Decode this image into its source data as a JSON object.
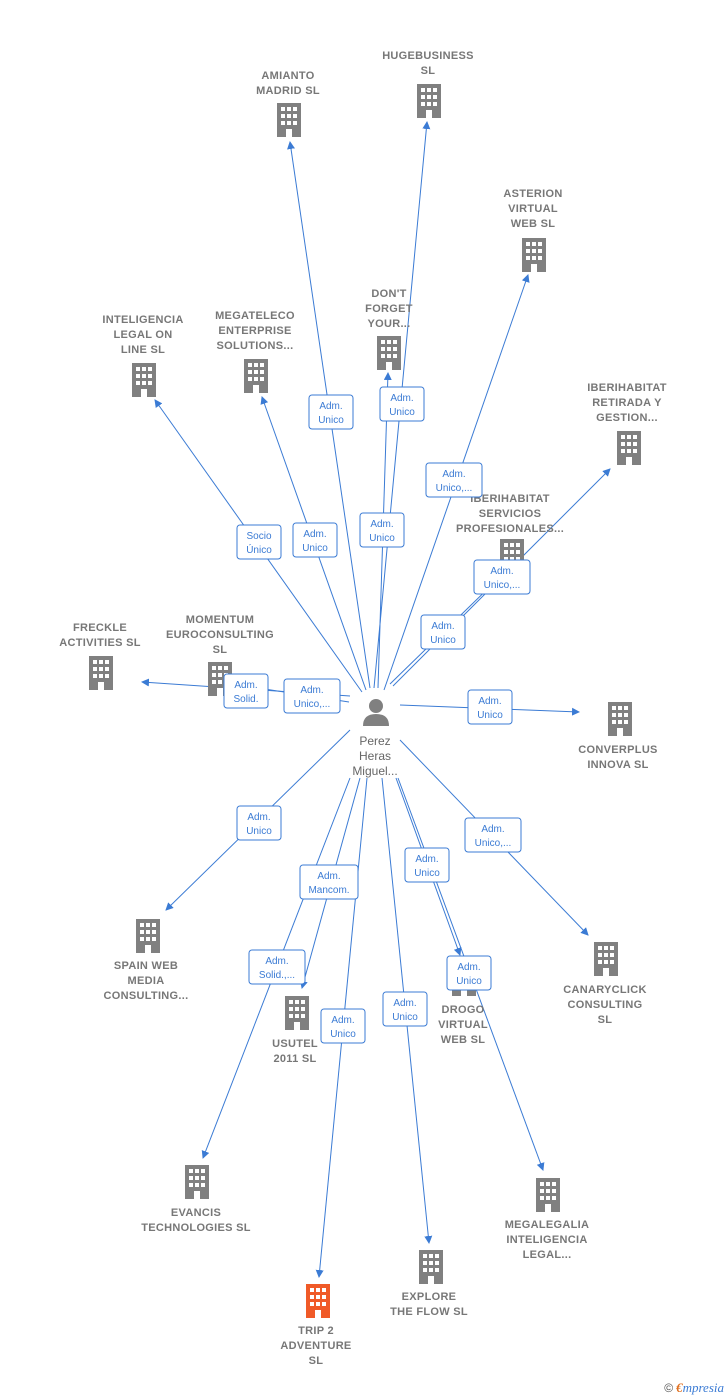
{
  "colors": {
    "edge": "#3b7bd4",
    "building": "#808080",
    "highlight": "#f05a28",
    "person": "#808080"
  },
  "center": {
    "lines": [
      "Perez",
      "Heras",
      "Miguel..."
    ],
    "icon": "person-icon"
  },
  "nodes": [
    {
      "id": "amianto",
      "lines": [
        "AMIANTO",
        "MADRID  SL"
      ],
      "icon": "building-icon",
      "highlight": false
    },
    {
      "id": "hugebusiness",
      "lines": [
        "HUGEBUSINESS",
        "SL"
      ],
      "icon": "building-icon",
      "highlight": false
    },
    {
      "id": "asterion",
      "lines": [
        "ASTERION",
        "VIRTUAL",
        "WEB  SL"
      ],
      "icon": "building-icon",
      "highlight": false
    },
    {
      "id": "dontforget",
      "lines": [
        "DON'T",
        "FORGET",
        "YOUR..."
      ],
      "icon": "building-icon",
      "highlight": false
    },
    {
      "id": "megateleco",
      "lines": [
        "MEGATELECO",
        "ENTERPRISE",
        "SOLUTIONS..."
      ],
      "icon": "building-icon",
      "highlight": false
    },
    {
      "id": "inteligencia",
      "lines": [
        "INTELIGENCIA",
        "LEGAL ON",
        "LINE  SL"
      ],
      "icon": "building-icon",
      "highlight": false
    },
    {
      "id": "iberihabitat_retirada",
      "lines": [
        "IBERIHABITAT",
        "RETIRADA Y",
        "GESTION..."
      ],
      "icon": "building-icon",
      "highlight": false
    },
    {
      "id": "iberihabitat_servicios",
      "lines": [
        "IBERIHABITAT",
        "SERVICIOS",
        "PROFESIONALES..."
      ],
      "icon": "building-icon",
      "highlight": false
    },
    {
      "id": "freckle",
      "lines": [
        "FRECKLE",
        "ACTIVITIES  SL"
      ],
      "icon": "building-icon",
      "highlight": false
    },
    {
      "id": "momentum",
      "lines": [
        "MOMENTUM",
        "EUROCONSULTING",
        "SL"
      ],
      "icon": "building-icon",
      "highlight": false
    },
    {
      "id": "converplus",
      "lines": [
        "CONVERPLUS",
        "INNOVA  SL"
      ],
      "icon": "building-icon",
      "highlight": false
    },
    {
      "id": "spainweb",
      "lines": [
        "SPAIN WEB",
        "MEDIA",
        "CONSULTING..."
      ],
      "icon": "building-icon",
      "highlight": false
    },
    {
      "id": "usutel",
      "lines": [
        "USUTEL",
        "2011 SL"
      ],
      "icon": "building-icon",
      "highlight": false
    },
    {
      "id": "drogo",
      "lines": [
        "DROGO",
        "VIRTUAL",
        "WEB  SL"
      ],
      "icon": "building-icon",
      "highlight": false
    },
    {
      "id": "canaryclick",
      "lines": [
        "CANARYCLICK",
        "CONSULTING",
        "SL"
      ],
      "icon": "building-icon",
      "highlight": false
    },
    {
      "id": "evancis",
      "lines": [
        "EVANCIS",
        "TECHNOLOGIES SL"
      ],
      "icon": "building-icon",
      "highlight": false
    },
    {
      "id": "megalegalia",
      "lines": [
        "MEGALEGALIA",
        "INTELIGENCIA",
        "LEGAL..."
      ],
      "icon": "building-icon",
      "highlight": false
    },
    {
      "id": "explore",
      "lines": [
        "EXPLORE",
        "THE FLOW  SL"
      ],
      "icon": "building-icon",
      "highlight": false
    },
    {
      "id": "trip2",
      "lines": [
        "TRIP 2",
        "ADVENTURE",
        "SL"
      ],
      "icon": "building-icon",
      "highlight": true
    }
  ],
  "edges": [
    {
      "to": "amianto",
      "label": [
        "Adm.",
        "Unico"
      ]
    },
    {
      "to": "hugebusiness",
      "label": [
        "Adm.",
        "Unico"
      ]
    },
    {
      "to": "asterion",
      "label": [
        "Adm.",
        "Unico,..."
      ]
    },
    {
      "to": "dontforget",
      "label": [
        "Adm.",
        "Unico"
      ]
    },
    {
      "to": "megateleco",
      "label": [
        "Adm.",
        "Unico"
      ]
    },
    {
      "to": "inteligencia",
      "label": [
        "Socio",
        "Único"
      ]
    },
    {
      "to": "iberihabitat_retirada",
      "label": [
        "Adm.",
        "Unico,..."
      ]
    },
    {
      "to": "iberihabitat_servicios",
      "label": [
        "Adm.",
        "Unico"
      ]
    },
    {
      "to": "freckle",
      "label": [
        "Adm.",
        "Solid."
      ]
    },
    {
      "to": "momentum",
      "label": [
        "Adm.",
        "Unico,..."
      ]
    },
    {
      "to": "converplus",
      "label": [
        "Adm.",
        "Unico"
      ]
    },
    {
      "to": "spainweb",
      "label": [
        "Adm.",
        "Unico"
      ]
    },
    {
      "to": "usutel",
      "label": [
        "Adm.",
        "Mancom."
      ]
    },
    {
      "to": "evancis",
      "label": [
        "Adm.",
        "Solid.,..."
      ]
    },
    {
      "to": "trip2",
      "label": [
        "Adm.",
        "Unico"
      ]
    },
    {
      "to": "explore",
      "label": [
        "Adm.",
        "Unico"
      ]
    },
    {
      "to": "megalegalia",
      "label": [
        "Adm.",
        "Unico"
      ]
    },
    {
      "to": "drogo",
      "label": [
        "Adm.",
        "Unico"
      ]
    },
    {
      "to": "canaryclick",
      "label": [
        "Adm.",
        "Unico,..."
      ]
    }
  ],
  "footer": {
    "copyright": "©",
    "brand_first": "€",
    "brand_rest": "mpresia"
  }
}
